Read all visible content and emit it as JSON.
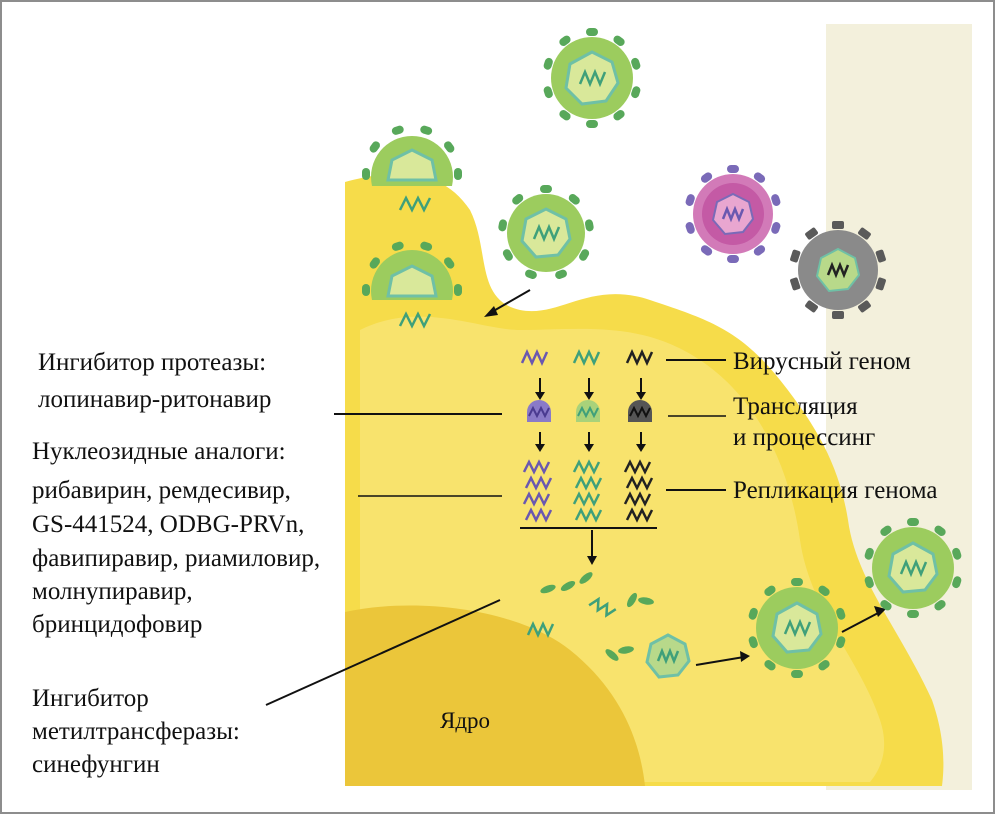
{
  "labels": {
    "viral_genome": "Вирусный геном",
    "translation_1": "Трансляция",
    "translation_2": "и процессинг",
    "replication": "Репликация генома",
    "protease_1": "Ингибитор протеазы:",
    "protease_2": "лопинавир-ритонавир",
    "nucleoside_1": "Нуклеозидные аналоги:",
    "nucleoside_2": "рибавирин, ремдесивир,",
    "nucleoside_3": "GS-441524, ODBG-PRVn,",
    "nucleoside_4": "фавипиравир, риамиловир,",
    "nucleoside_5": "молнупиравир,",
    "nucleoside_6": "бринцидофовир",
    "methyl_1": "Ингибитор",
    "methyl_2": "метилтрансферазы:",
    "methyl_3": "синефунгин",
    "nucleus": "Ядро"
  },
  "colors": {
    "cell": "#f6dc4a",
    "cell_light": "#f9e98a",
    "nucleus": "#ebc63a",
    "virus_green": "#9ccc5e",
    "virus_spike": "#58a85a",
    "capsid": "#d9e89a",
    "capsid_edge": "#6fc0a6",
    "virus_pink": "#d27ab8",
    "spike_purple": "#7a6ab8",
    "virus_gray": "#8a8a8a",
    "spike_gray": "#5a5a5a",
    "rna_green": "#3fa07a",
    "rna_purple": "#6a58b0",
    "rna_black": "#222222"
  }
}
